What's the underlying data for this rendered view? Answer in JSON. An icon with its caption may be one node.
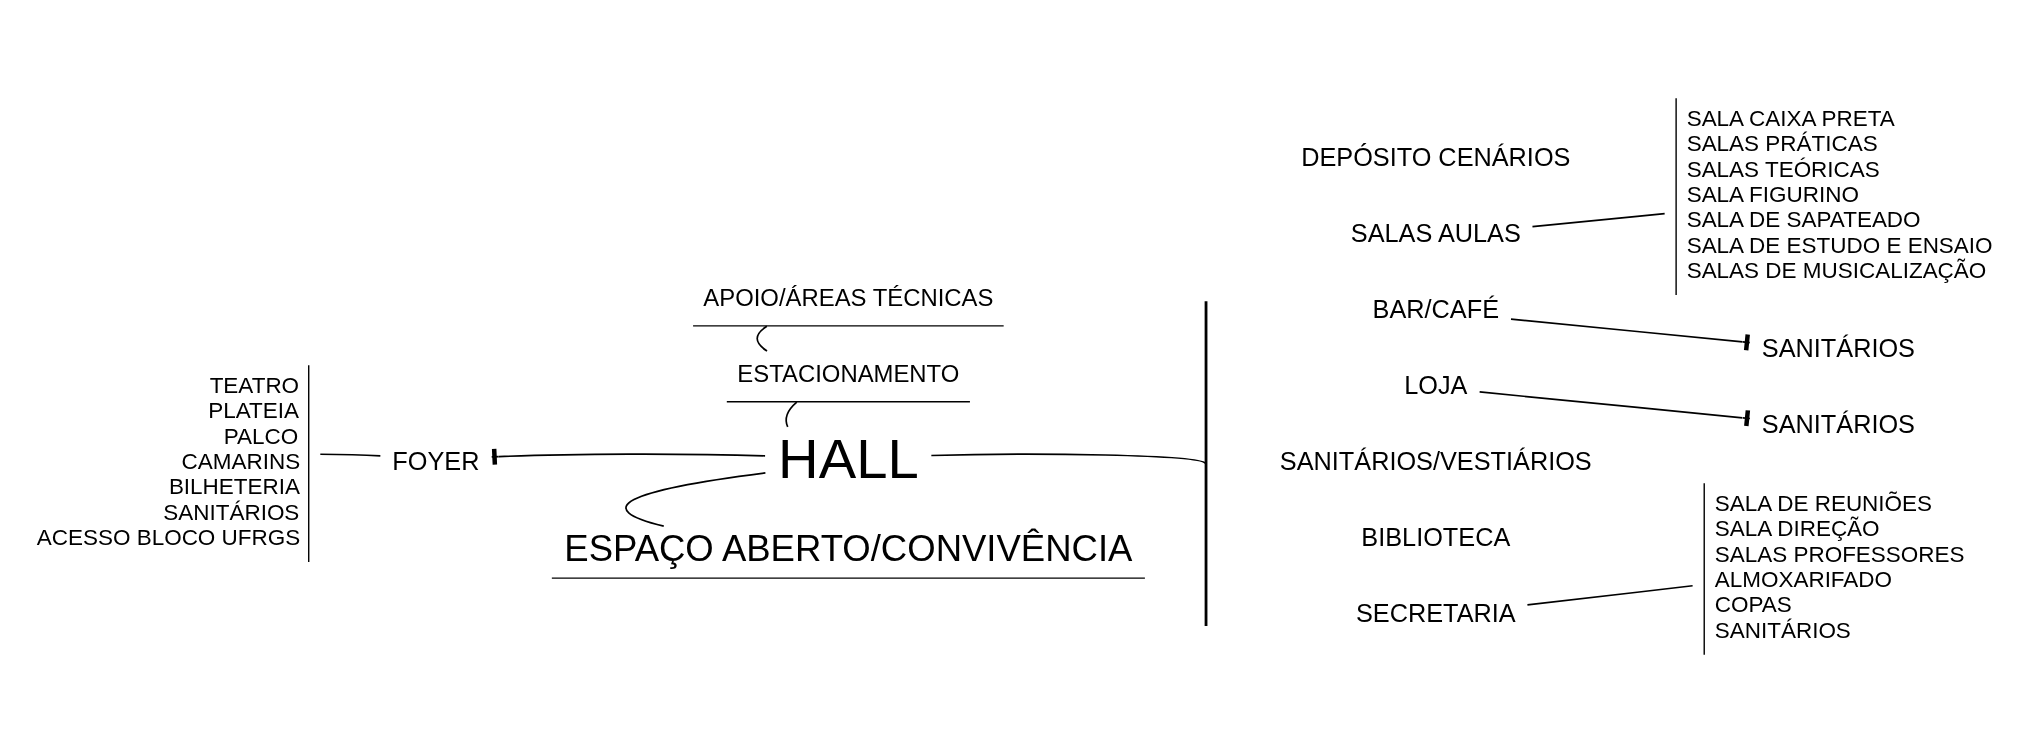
{
  "diagram": {
    "nodes": [
      {
        "text": [
          "APOIO/ÁREAS TÉCNICAS"
        ]
      },
      {
        "text": [
          "ESTACIONAMENTO"
        ]
      },
      {
        "text": [
          "HALL"
        ]
      },
      {
        "text": [
          "ESPAÇO ABERTO/CONVIVÊNCIA"
        ]
      },
      {
        "text": [
          "FOYER"
        ]
      },
      {
        "text": [
          "TEATRO",
          "PLATEIA",
          "PALCO",
          "CAMARINS",
          "BILHETERIA",
          "SANITÁRIOS",
          "ACESSO BLOCO UFRGS"
        ]
      },
      {
        "text": [],
        "shape": "bar"
      },
      {
        "text": [
          "DEPÓSITO CENÁRIOS"
        ]
      },
      {
        "text": [
          "SALAS AULAS"
        ]
      },
      {
        "text": [
          "BAR/CAFÉ"
        ]
      },
      {
        "text": [
          "SANITÁRIOS"
        ]
      },
      {
        "text": [
          "LOJA"
        ]
      },
      {
        "text": [
          "SANITÁRIOS"
        ]
      },
      {
        "text": [
          "SANITÁRIOS/VESTIÁRIOS"
        ]
      },
      {
        "text": [
          "BIBLIOTECA"
        ]
      },
      {
        "text": [
          "SECRETARIA"
        ]
      },
      {
        "text": [
          "SALA CAIXA PRETA",
          "SALAS PRÁTICAS",
          "SALAS TEÓRICAS",
          "SALA FIGURINO",
          "SALA DE SAPATEADO",
          "SALA DE ESTUDO E ENSAIO",
          "SALAS DE MUSICALIZAÇÃO"
        ]
      },
      {
        "text": [
          "SALA DE REUNIÕES",
          "SALA DIREÇÃO",
          "SALAS PROFESSORES",
          "ALMOXARIFADO",
          "COPAS",
          "SANITÁRIOS"
        ]
      }
    ],
    "edges": [
      {
        "from": 0,
        "to": 1,
        "arrow": "none"
      },
      {
        "from": 1,
        "to": 2,
        "arrow": "none"
      },
      {
        "from": 2,
        "to": 3,
        "arrow": "none"
      },
      {
        "from": 2,
        "to": 4,
        "arrow": "other"
      },
      {
        "from": 4,
        "to": 5,
        "arrow": "none"
      },
      {
        "from": 2,
        "to": 6,
        "arrow": "none"
      },
      {
        "from": 8,
        "to": 16,
        "arrow": "none"
      },
      {
        "from": 9,
        "to": 10,
        "arrow": "other"
      },
      {
        "from": 11,
        "to": 12,
        "arrow": "other"
      },
      {
        "from": 15,
        "to": 17,
        "arrow": "none"
      }
    ]
  }
}
